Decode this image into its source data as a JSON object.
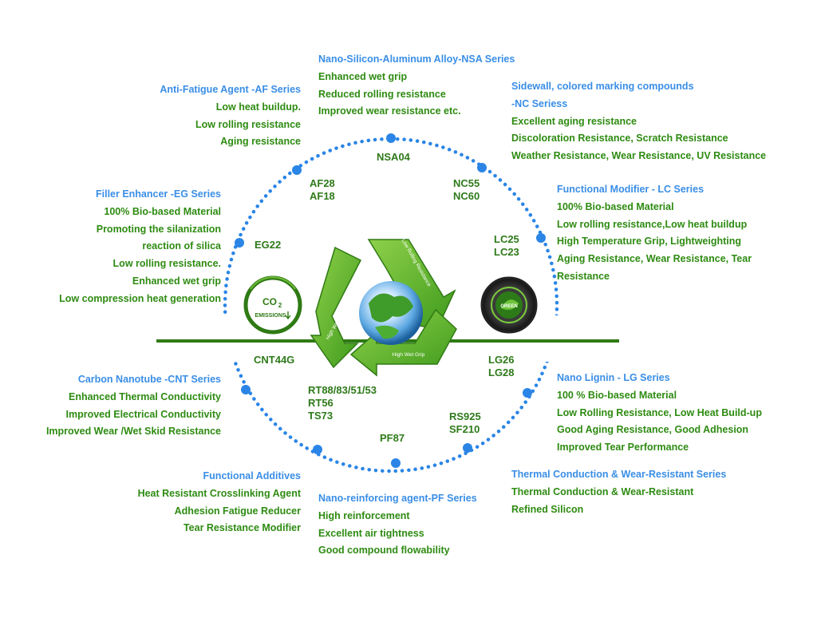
{
  "blocks": {
    "nsa": {
      "title": "Nano-Silicon-Aluminum Alloy-NSA Series",
      "lines": [
        "Enhanced wet grip",
        "Reduced rolling resistance",
        "Improved wear resistance etc."
      ]
    },
    "af": {
      "title": "Anti-Fatigue Agent -AF Series",
      "lines": [
        "Low heat buildup.",
        "Low rolling resistance",
        "Aging resistance"
      ]
    },
    "nc": {
      "title": "Sidewall, colored marking compounds",
      "title2": "-NC Seriess",
      "lines": [
        "Excellent aging resistance",
        "Discoloration Resistance, Scratch Resistance",
        "Weather Resistance, Wear Resistance, UV Resistance"
      ]
    },
    "eg": {
      "title": "Filler Enhancer -EG Series",
      "lines": [
        "100% Bio-based Material",
        "Promoting the silanization",
        "reaction of silica",
        "Low rolling resistance.",
        "Enhanced wet grip",
        "Low compression heat generation"
      ]
    },
    "lc": {
      "title": "Functional Modifier - LC Series",
      "lines": [
        "100% Bio-based Material",
        "Low rolling resistance,Low heat buildup",
        "High Temperature Grip, Lightweighting",
        "Aging Resistance, Wear Resistance, Tear",
        "Resistance"
      ]
    },
    "cnt": {
      "title": "Carbon Nanotube -CNT Series",
      "lines": [
        "Enhanced Thermal Conductivity",
        "Improved Electrical Conductivity",
        "Improved Wear /Wet Skid Resistance"
      ]
    },
    "lg": {
      "title": "Nano Lignin - LG Series",
      "lines": [
        "100 % Bio-based Material",
        "Low Rolling Resistance, Low Heat Build-up",
        "Good Aging Resistance, Good Adhesion",
        "Improved Tear Performance"
      ]
    },
    "fa": {
      "title": "Functional Additives",
      "lines": [
        "Heat Resistant Crosslinking Agent",
        "Adhesion Fatigue Reducer",
        "Tear Resistance Modifier"
      ]
    },
    "pf": {
      "title": "Nano-reinforcing agent-PF Series",
      "lines": [
        "High reinforcement",
        "Excellent air tightness",
        "Good compound flowability"
      ]
    },
    "tc": {
      "title": "Thermal Conduction & Wear-Resistant Series",
      "lines": [
        "Thermal Conduction & Wear-Resistant",
        "Refined Silicon"
      ]
    }
  },
  "codes": {
    "nsa04": "NSA04",
    "af": [
      "AF28",
      "AF18"
    ],
    "nc": [
      "NC55",
      "NC60"
    ],
    "eg22": "EG22",
    "lc": [
      "LC25",
      "LC23"
    ],
    "cnt44g": "CNT44G",
    "lg": [
      "LG26",
      "LG28"
    ],
    "rt": [
      "RT88/83/51/53",
      "RT56",
      "TS73"
    ],
    "rs": [
      "RS925",
      "SF210"
    ],
    "pf87": "PF87"
  },
  "emblems": {
    "co2_line1": "CO",
    "co2_sub": "2",
    "co2_line2": "EMISSIONS",
    "tire": "GREEN"
  },
  "recycle": {
    "arrow_top": "Low Rolling Resistance",
    "arrow_left": "High Wear Resistance",
    "arrow_bottom": "High Wet Grip"
  },
  "colors": {
    "title": "#3a8ee6",
    "text": "#2e8b12",
    "dots": "#2a85e6",
    "line": "#2f7a14"
  }
}
